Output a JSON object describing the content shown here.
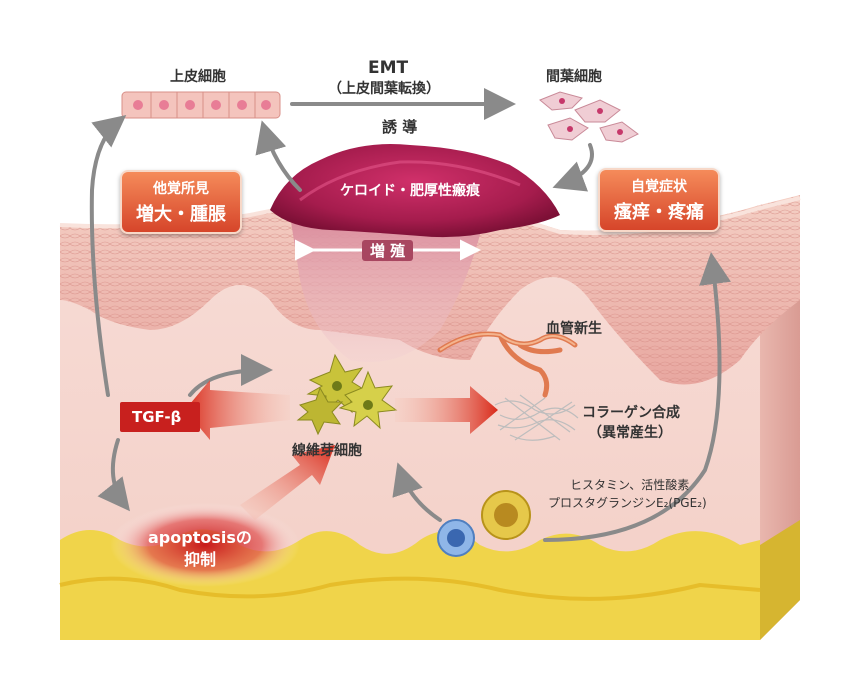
{
  "labels": {
    "epithelial_cells": "上皮細胞",
    "emt_title": "EMT",
    "emt_sub": "（上皮間葉転換）",
    "induction": "誘 導",
    "mesenchymal_cells": "間葉細胞",
    "keloid": "ケロイド・肥厚性瘢痕",
    "proliferation": "増 殖",
    "angiogenesis": "血管新生",
    "tgf_beta": "TGF-β",
    "fibroblast": "線維芽細胞",
    "collagen_line1": "コラーゲン合成",
    "collagen_line2": "（異常産生）",
    "mediators_line1": "ヒスタミン、活性酸素",
    "mediators_line2": "プロスタグランジンE₂(PGE₂)",
    "apoptosis_line1": "apoptosisの",
    "apoptosis_line2": "抑制"
  },
  "boxes": {
    "objective_title": "他覚所見",
    "objective_text": "増大・腫脹",
    "subjective_title": "自覚症状",
    "subjective_text": "瘙痒・疼痛"
  },
  "colors": {
    "accent_red": "#c8201e",
    "box_orange": "#e35a32",
    "skin_pink": "#f2b8b8",
    "fat_yellow": "#f0d44a",
    "keloid_magenta": "#a01848",
    "arrow_gray": "#8a8a8a"
  }
}
